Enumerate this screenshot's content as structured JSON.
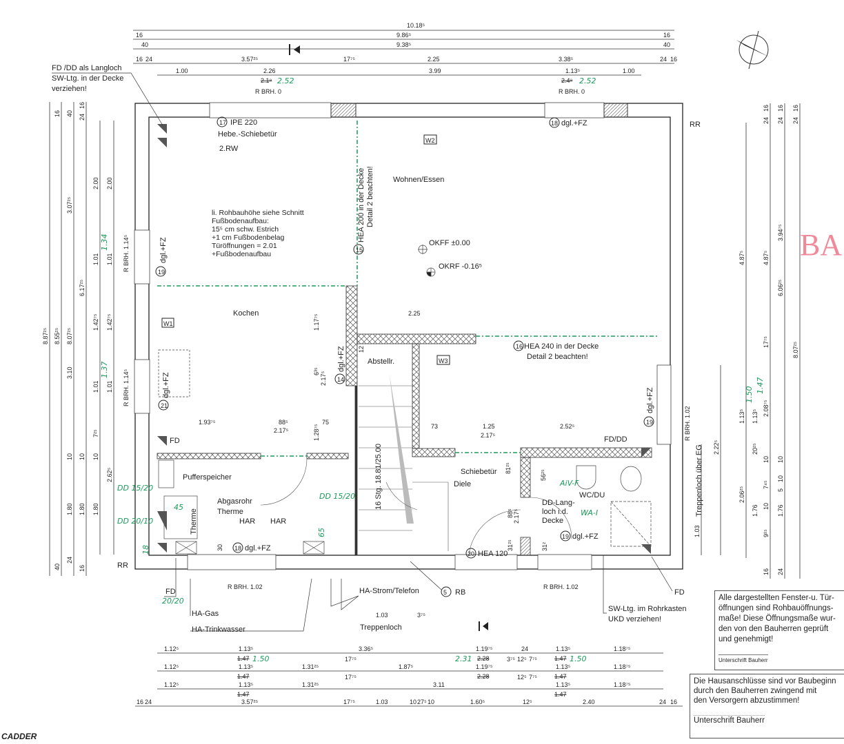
{
  "dimensions": {
    "top": [
      [
        "10.18⁵"
      ],
      [
        "16",
        "9.86⁵",
        "16"
      ],
      [
        "40",
        "9.38⁵",
        "40"
      ],
      [
        "16",
        "24",
        "3.57²⁵",
        "17⁷⁵",
        "2.25",
        "3.38⁵",
        "24",
        "16"
      ],
      [
        "1.00",
        "2.26",
        "3.99",
        "1.13⁵",
        "1.00"
      ]
    ],
    "top_handwritten": [
      "2.52",
      "2.52"
    ],
    "top_struck": [
      "2.1⁹",
      "2.4⁹"
    ],
    "bottom": [
      [
        "1.12⁵",
        "1.13⁵",
        "3.36⁵",
        "1.19⁷⁵",
        "24",
        "1.13⁵",
        "1.18⁷⁵"
      ],
      [
        "1.12⁵",
        "1.13⁵",
        "1.31²⁵",
        "17⁷⁵",
        "1.87⁵",
        "1.19⁷⁵",
        "3⁷⁵",
        "12⁵",
        "7⁷⁵",
        "1.13⁵",
        "1.18⁷⁵"
      ],
      [
        "1.12⁵",
        "1.13⁵",
        "1.31²⁵",
        "17⁷⁵",
        "3.11",
        "12⁵",
        "7⁷⁵",
        "1.13⁵",
        "1.18⁷⁵"
      ],
      [
        "16",
        "24",
        "3.57²⁵",
        "17⁷⁵",
        "1.03",
        "10",
        "27⁵",
        "10",
        "1.60⁵",
        "12⁵",
        "2.40",
        "24",
        "16"
      ]
    ],
    "bottom_handwritten": [
      "1.50",
      "2.31",
      "1.50"
    ],
    "bottom_struck": [
      "1.47",
      "2.28",
      "1.47",
      "1.47",
      "2.28",
      "1.47",
      "1.47",
      "1.47"
    ],
    "left": [
      "16",
      "40",
      "24",
      "16",
      "8.87²⁵",
      "8.55²⁵",
      "8.07²⁵",
      "3.07²⁵",
      "6.17²⁵",
      "2.00",
      "2.00",
      "1.01",
      "1.01",
      "1.42⁷⁵",
      "1.42⁷⁵",
      "3.10",
      "1.01",
      "1.01",
      "7²⁵",
      "10",
      "10",
      "10",
      "2.62⁵",
      "1.80",
      "1.80",
      "1.80",
      "40",
      "24",
      "16"
    ],
    "right": [
      "24",
      "16",
      "24",
      "16",
      "24",
      "16",
      "4.87⁵",
      "4.87⁵",
      "3.94⁷⁵",
      "6.06²⁵",
      "8.07²⁵",
      "17⁷⁵",
      "2.08⁷⁵",
      "1.13⁵",
      "1.13⁵",
      "10",
      "10",
      "20²⁵",
      "2.22⁵",
      "1.03",
      "2.06²⁵",
      "1.76",
      "1.76",
      "7⁴⁵",
      "9¹⁵",
      "10",
      "10",
      "5",
      "16",
      "24"
    ],
    "right_handwritten": [
      "1.50",
      "1.47"
    ],
    "left_handwritten": [
      "1.34",
      "1.37"
    ]
  },
  "labels": {
    "fd_dd_langloch": "FD /DD als Langloch",
    "sw_ltg_decke": "SW-Ltg. in der Decke",
    "verziehen": "verziehen!",
    "r_brh_0_a": "R BRH. 0",
    "r_brh_0_b": "R BRH. 0",
    "rr_top": "RR",
    "rr_bottom": "RR",
    "ipe": "IPE 220",
    "ipe_num": "17",
    "hebe": "Hebe.-Schiebetür",
    "rw": "2.RW",
    "w18_num": "18",
    "w18": "dgl.+FZ",
    "w2": "W2",
    "wohnen": "Wohnen/Essen",
    "hea200_num": "15",
    "hea200": "HEA 200 in der Decke",
    "detail2a": "Detail 2 beachten!",
    "okff": "OKFF ±0.00",
    "okrf": "OKRF -0.16⁵",
    "w19a_num": "19",
    "w19a": "dgl.+FZ",
    "r_brh_1145a": "R BRH. 1.14⁵",
    "r_brh_1145b": "R BRH. 1.14⁵",
    "rohbau": "li. Rohbauhöhe siehe Schnitt\nFußbodenaufbau:\n15⁵ cm schw. Estrich\n+1 cm Fußbodenbelag\nTüröffnungen = 2.01\n+Fußbodenaufbau",
    "w1": "W1",
    "kochen": "Kochen",
    "dim_1175": "1.17⁷⁵",
    "dim_225": "2.25",
    "hea240_num": "16",
    "hea240": "HEA 240 in der Decke",
    "detail2b": "Detail 2 beachten!",
    "w3": "W3",
    "abstellr": "Abstellr.",
    "w14_num": "14",
    "w14": "dgl.+FZ",
    "w21_num": "21",
    "w21": "dgl.+FZ",
    "dim_12": "12",
    "dim_635": "6³⁵",
    "dim_2175v": "2.17⁵",
    "dim_19375": "1.93⁷⁵",
    "dim_885": "88⁵",
    "dim_2175": "2.17⁵",
    "dim_12875": "1.28⁷⁵",
    "dim_75": "75",
    "dim_73": "73",
    "dim_125": "1.25",
    "dim_2525": "2.52⁵",
    "dim_2175b": "2.17⁵",
    "fd_har": "FD",
    "fd_dd_wc": "FD/DD",
    "pufferspeicher": "Pufferspeicher",
    "abgasrohr": "Abgasrohr",
    "therme_label": "Therme",
    "therme": "Therme",
    "har1": "HAR",
    "har2": "HAR",
    "dim_30": "30",
    "w18b_num": "18",
    "w18b": "dgl.+FZ",
    "stairs": "16 Stg. 18.81/25.00",
    "schiebetuer": "Schiebetür",
    "diele": "Diele",
    "dim_8125": "81²⁵",
    "dim_5625": "56²⁵",
    "dim_885v": "88⁵",
    "dim_2175c": "2.17⁵",
    "dim_3125": "31²⁵",
    "dim_312": "31²",
    "dd_langloch": "DD-Lang-\nloch i.d.\nDecke",
    "wcdu": "WC/DU",
    "w19b_num": "19",
    "w19b": "dgl.+FZ",
    "w19c_num": "19",
    "w19c": "dgl.+FZ",
    "r_brh_102_side": "R BRH. 1.02",
    "treppenloch_eg": "Treppenloch über EG",
    "hea120_num": "20",
    "hea120": "HEA 120",
    "fd_gas": "FD",
    "r_brh_102_a": "R BRH. 1.02",
    "r_brh_102_b": "R BRH. 1.02",
    "ha_strom": "HA-Strom/Telefon",
    "rb_num": "5",
    "rb": "RB",
    "ha_gas": "HA-Gas",
    "ha_wasser": "HA-Trinkwasser",
    "dim_103": "1.03",
    "dim_375": "3⁷⁵",
    "treppenloch": "Treppenloch",
    "fd_right": "FD",
    "sw_rohrkasten": "SW-Ltg. im Rohrkasten",
    "ukd": "UKD verziehen!"
  },
  "handwritten": {
    "dd1520a": "DD 15/20",
    "dd2010": "DD 20/10",
    "dd1520b": "DD 15/20",
    "n45": "45",
    "n65": "65",
    "n18": "18",
    "fd2020": "20/20",
    "aiv": "AiV-F",
    "wi": "WA-I"
  },
  "notes": {
    "openings": "Alle dargestellten Fenster-u. Tür-\nöffnungen sind Rohbauöffnungs-\nmaße! Diese Öffnungsmaße wur-\nden von den Bauherren geprüft\nund genehmigt!",
    "openings_sign": "Unterschrift Bauherr",
    "connections": "Die Hausanschlüsse sind vor Baubeginn\ndurch den Bauherren zwingend mit\nden Versorgern abzustimmen!",
    "connections_sign": "Unterschrift Bauherr"
  },
  "stamp_text": "BA",
  "logo": "CADDER",
  "colors": {
    "ink": "#222222",
    "markup_green": "#1b9a5a",
    "stamp_pink": "#f08a9a",
    "hatch": "#555555"
  },
  "icons": [
    "north-arrow-icon",
    "section-marker-icon"
  ]
}
